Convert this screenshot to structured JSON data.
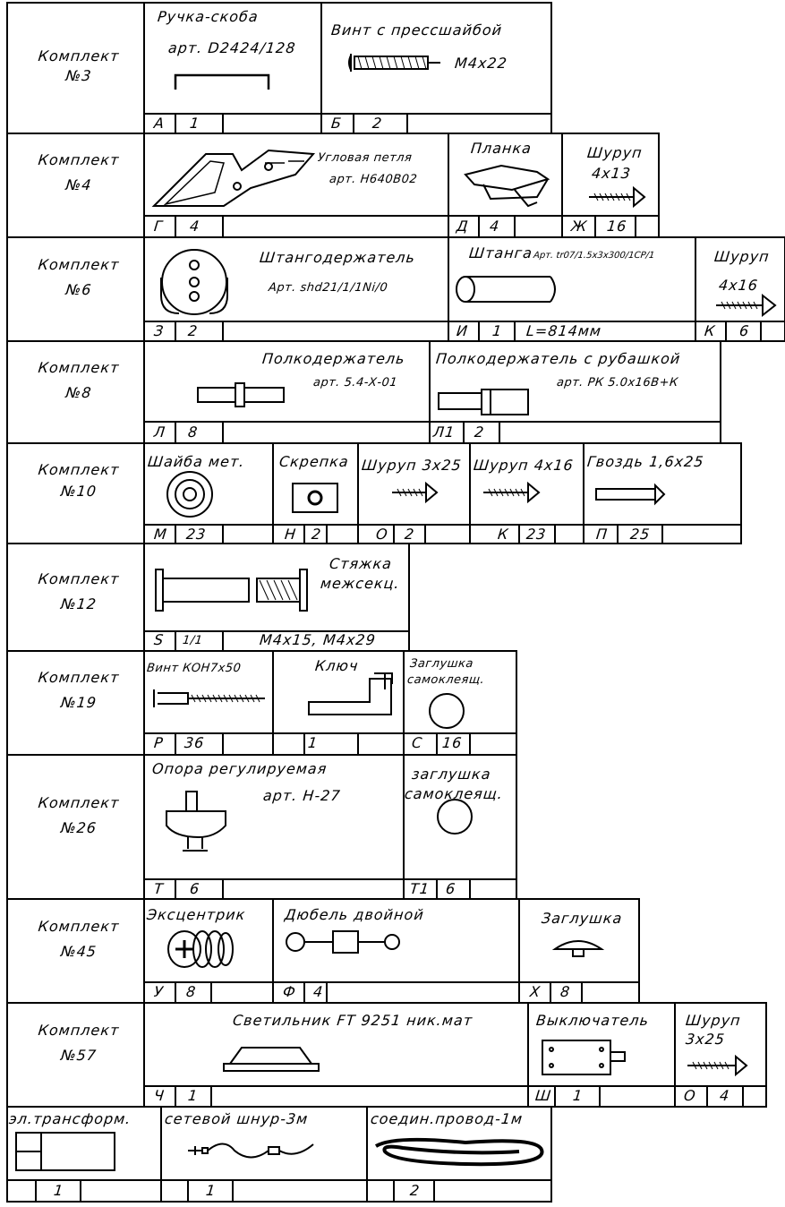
{
  "sets": [
    {
      "label": "Комплект",
      "num": "№3"
    },
    {
      "label": "Комплект",
      "num": "№4"
    },
    {
      "label": "Комплект",
      "num": "№6"
    },
    {
      "label": "Комплект",
      "num": "№8"
    },
    {
      "label": "Комплект",
      "num": "№10"
    },
    {
      "label": "Комплект",
      "num": "№12"
    },
    {
      "label": "Комплект",
      "num": "№19"
    },
    {
      "label": "Комплект",
      "num": "№26"
    },
    {
      "label": "Комплект",
      "num": "№45"
    },
    {
      "label": "Комплект",
      "num": "№57"
    }
  ],
  "r3": {
    "handle1": "Ручка-скоба",
    "handle2": "арт. D2424/128",
    "screw1": "Винт с прессшайбой",
    "screw2": "М4x22",
    "a_code": "А",
    "a_qty": "1",
    "b_code": "Б",
    "b_qty": "2"
  },
  "r4": {
    "hinge1": "Угловая петля",
    "hinge2": "арт. Н640В02",
    "plate": "Планка",
    "screw1": "Шуруп",
    "screw2": "4x13",
    "g_code": "Г",
    "g_qty": "4",
    "d_code": "Д",
    "d_qty": "4",
    "zh_code": "Ж",
    "zh_qty": "16"
  },
  "r6": {
    "holder1": "Штангодержатель",
    "holder2": "Арт. shd21/1/1Ni/0",
    "rod1": "Штанга",
    "rod2": "Арт. tr07/1.5x3x300/1CP/1",
    "screw1": "Шуруп",
    "screw2": "4x16",
    "z_code": "З",
    "z_qty": "2",
    "i_code": "И",
    "i_qty": "1",
    "i_len": "L=814мм",
    "k_code": "К",
    "k_qty": "6"
  },
  "r8": {
    "sh1": "Полкодержатель",
    "sh2": "арт. 5.4-Х-01",
    "shs1": "Полкодержатель с рубашкой",
    "shs2": "арт. РК 5.0x16В+К",
    "l_code": "Л",
    "l_qty": "8",
    "l1_code": "Л1",
    "l1_qty": "2"
  },
  "r10": {
    "washer": "Шайба мет.",
    "clip": "Скрепка",
    "screw1": "Шуруп 3x25",
    "screw2": "Шуруп 4x16",
    "nail": "Гвоздь 1,6x25",
    "m_code": "М",
    "m_qty": "23",
    "n_code": "Н",
    "n_qty": "2",
    "o_code": "О",
    "o_qty": "2",
    "k_code": "К",
    "k_qty": "23",
    "p_code": "П",
    "p_qty": "25"
  },
  "r12": {
    "tie1": "Стяжка",
    "tie2": "межсекц.",
    "s_code": "S",
    "s_qty": "1/1",
    "s_size": "М4x15, М4x29"
  },
  "r19": {
    "screw": "Винт КОН7x50",
    "key": "Ключ",
    "cap1": "Заглушка",
    "cap2": "самоклеящ.",
    "r_code": "Р",
    "r_qty": "36",
    "key_qty": "1",
    "c_code": "С",
    "c_qty": "16"
  },
  "r26": {
    "foot1": "Опора регулируемая",
    "foot2": "арт. Н-27",
    "cap1": "заглушка",
    "cap2": "самоклеящ.",
    "t_code": "Т",
    "t_qty": "6",
    "t1_code": "Т1",
    "t1_qty": "6"
  },
  "r45": {
    "cam": "Эксцентрик",
    "dowel": "Дюбель двойной",
    "cap": "Заглушка",
    "u_code": "У",
    "u_qty": "8",
    "f_code": "Ф",
    "f_qty": "4",
    "x_code": "Х",
    "x_qty": "8"
  },
  "r57": {
    "lamp": "Светильник FT 9251 ник.мат",
    "switch": "Выключатель",
    "screw1": "Шуруп",
    "screw2": "3x25",
    "ch_code": "Ч",
    "ch_qty": "1",
    "sh_code": "Ш",
    "sh_qty": "1",
    "o_code": "О",
    "o_qty": "4"
  },
  "bottom": {
    "trans": "эл.трансформ.",
    "cord": "сетевой шнур-3м",
    "wire": "соедин.провод-1м",
    "trans_qty": "1",
    "cord_qty": "1",
    "wire_qty": "2"
  }
}
